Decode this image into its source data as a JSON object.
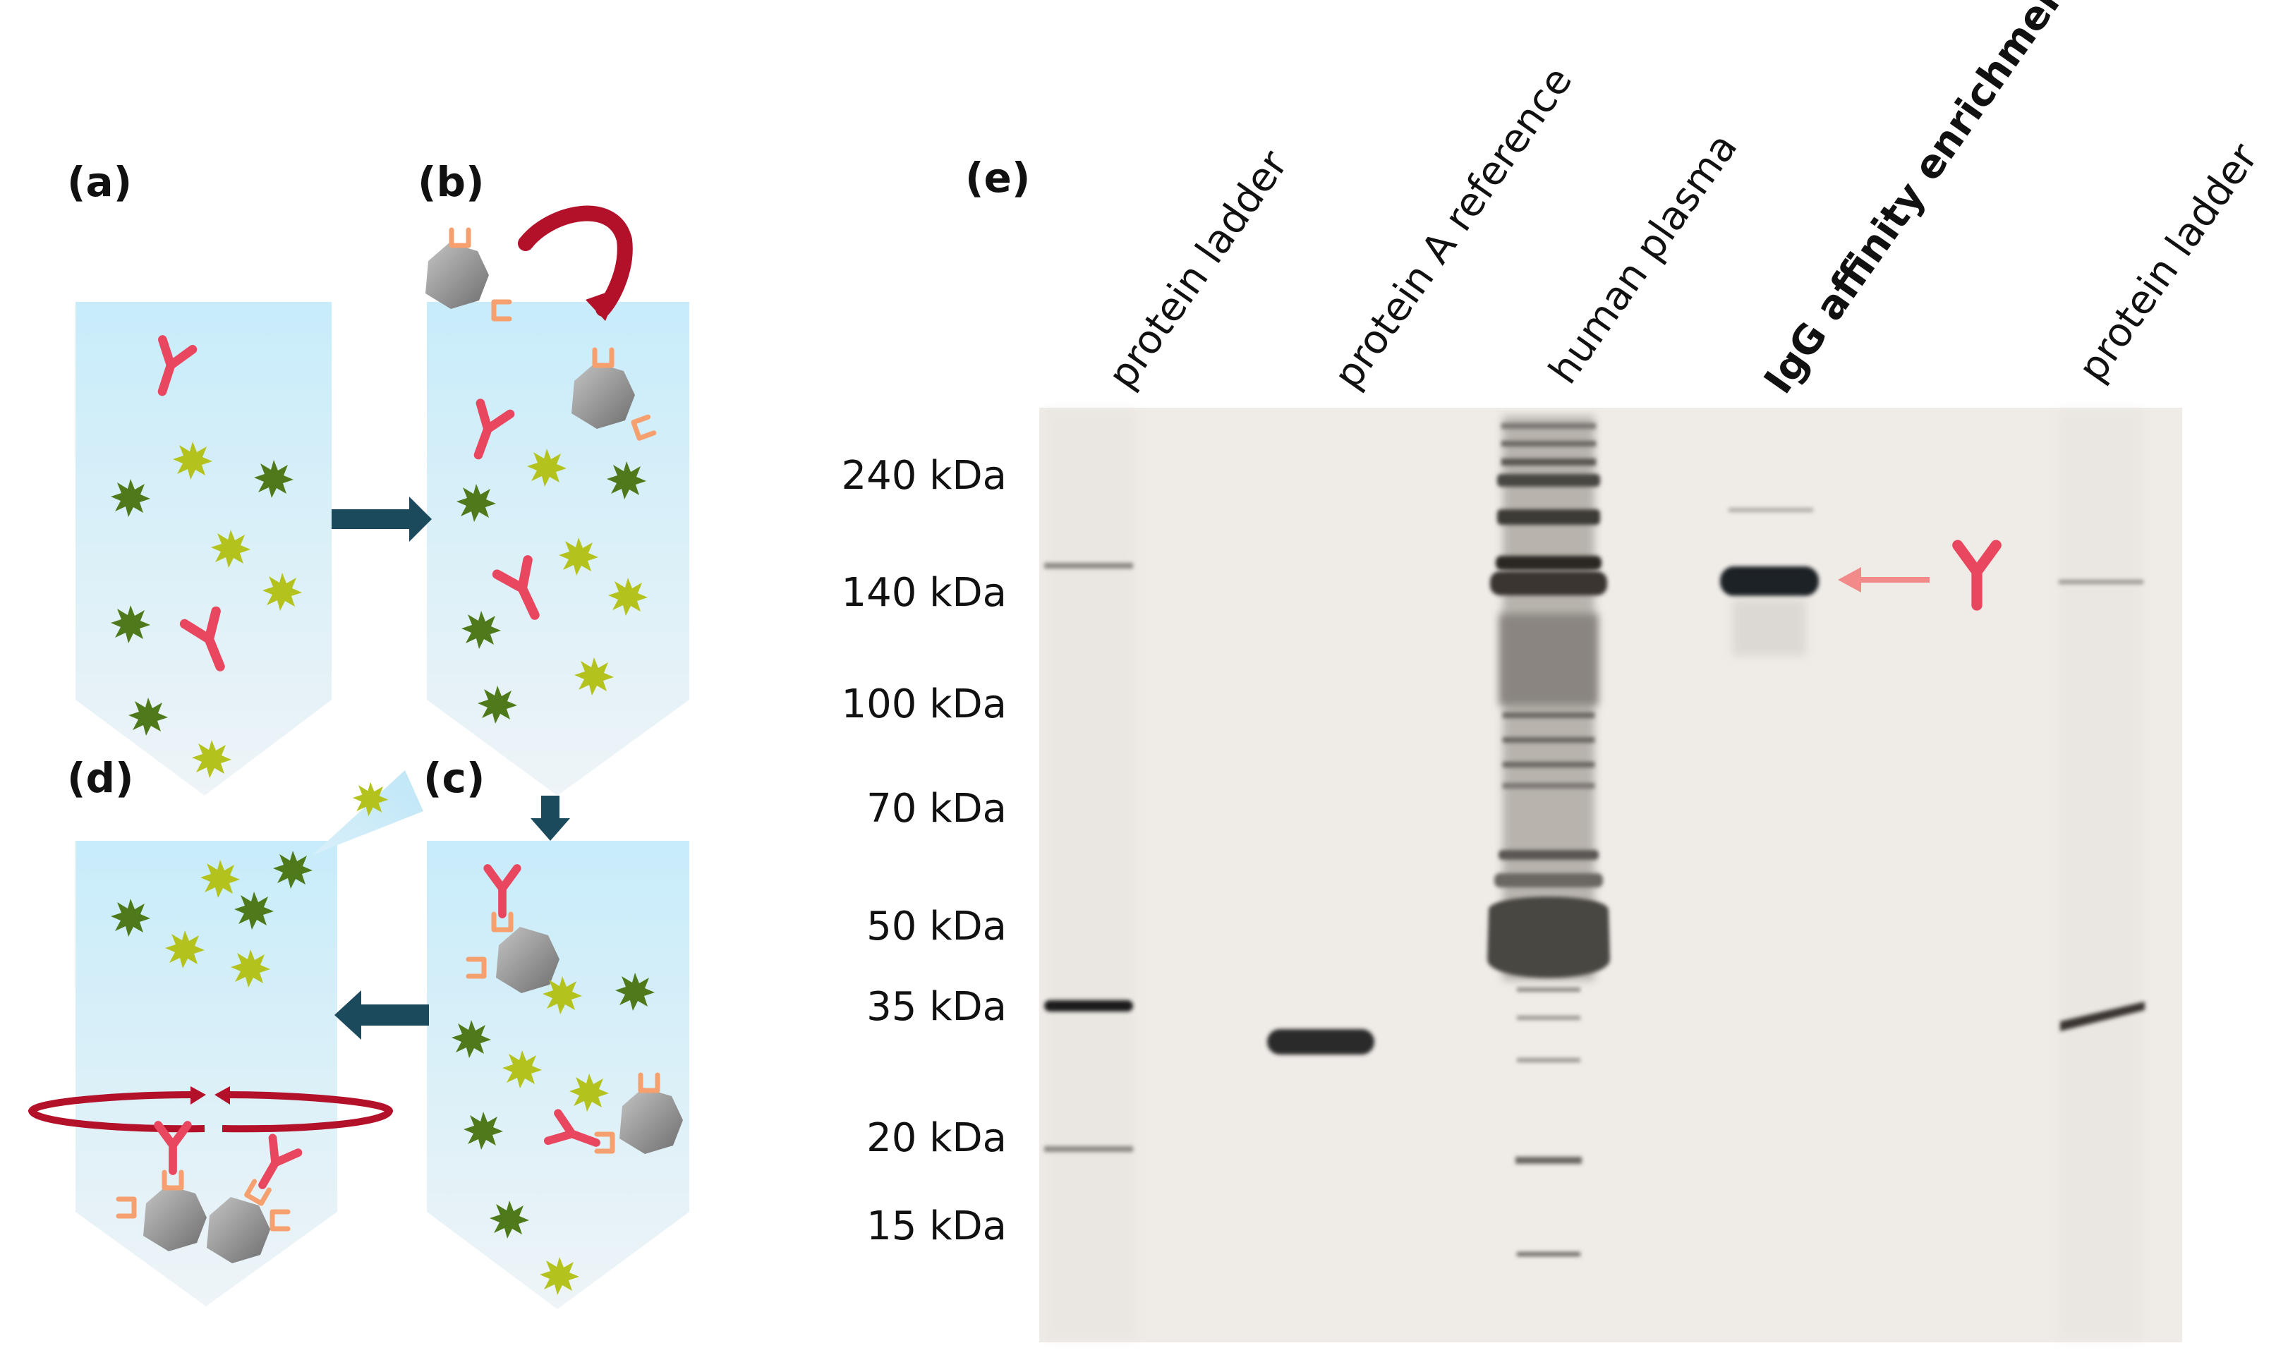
{
  "panels": {
    "a": "(a)",
    "b": "(b)",
    "c": "(c)",
    "d": "(d)",
    "e": "(e)"
  },
  "gel": {
    "lanes": [
      {
        "label": "protein ladder",
        "bold": false
      },
      {
        "label": "protein A reference",
        "bold": false
      },
      {
        "label": "human plasma",
        "bold": false
      },
      {
        "label": "IgG affinity enrichment",
        "bold": true
      },
      {
        "label": "protein ladder",
        "bold": false
      }
    ],
    "markers": [
      "240 kDa",
      "140 kDa",
      "100 kDa",
      "70 kDa",
      "50 kDa",
      "35 kDa",
      "20 kDa",
      "15 kDa"
    ]
  },
  "colors": {
    "tube_top": "#c8ecfa",
    "tube_bottom": "#eef4f7",
    "antibody": "#e8475f",
    "protein_dark": "#4e7a1c",
    "protein_light": "#b4c21e",
    "bead": "#8c8c8c",
    "linker": "#f5a06e",
    "flow_arrow": "#1b4a5c",
    "spin_arrow": "#b3102a",
    "gel_bg": "#efebe7"
  },
  "icons": [
    "antibody-icon",
    "protein-icon",
    "bead-icon",
    "flow-arrow-icon",
    "spin-arrow-icon"
  ]
}
